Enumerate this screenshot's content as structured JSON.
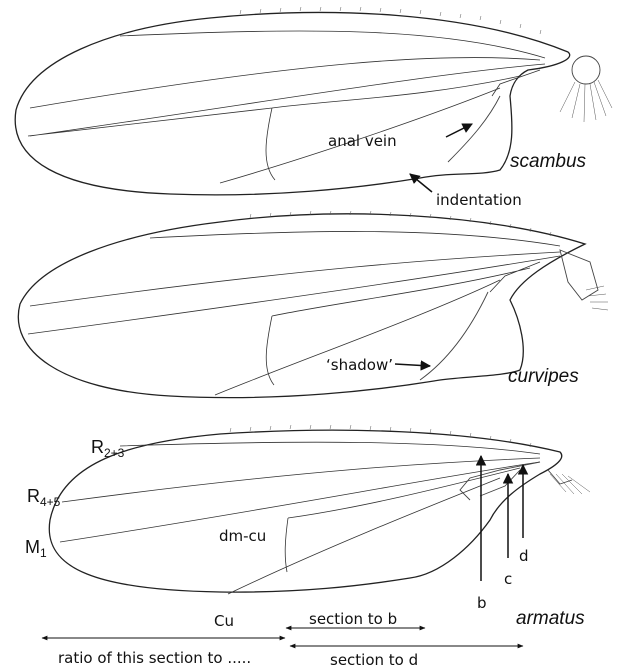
{
  "wings": [
    {
      "species": "scambus",
      "annotations": [
        "anal vein",
        "indentation"
      ]
    },
    {
      "species": "curvipes",
      "annotations": [
        "‘shadow’"
      ]
    },
    {
      "species": "armatus",
      "vein_labels": {
        "r23_main": "R",
        "r23_sub": "2+3",
        "r45_main": "R",
        "r45_sub": "4+5",
        "m1_main": "M",
        "m1_sub": "1",
        "dmcu": "dm-cu",
        "cu": "Cu"
      },
      "points": [
        "b",
        "c",
        "d"
      ]
    }
  ],
  "measurements": {
    "section_to_b": "section to b",
    "ratio_label": "ratio of this section to .....",
    "section_to_d": "section to d"
  }
}
